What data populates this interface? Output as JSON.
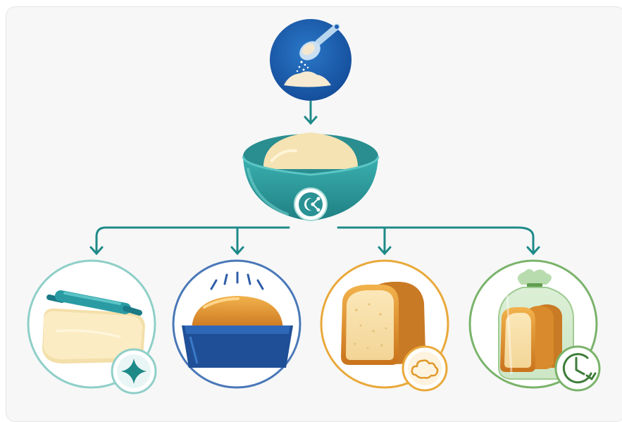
{
  "diagram": {
    "type": "flow",
    "nodes": [
      {
        "id": "input",
        "icon": "flour-scoop-icon"
      },
      {
        "id": "hub",
        "icon": "dough-bowl-icon",
        "badge": "network-share-icon"
      },
      {
        "id": "out-1",
        "icon": "rolled-dough-icon",
        "badge": "sparkle-icon",
        "ring_color": "#8fcfc8"
      },
      {
        "id": "out-2",
        "icon": "baked-loaf-pan-icon",
        "ring_color": "#4a78b8"
      },
      {
        "id": "out-3",
        "icon": "bread-loaf-icon",
        "badge": "cloud-puff-icon",
        "ring_color": "#e9a93a"
      },
      {
        "id": "out-4",
        "icon": "bagged-bread-icon",
        "badge": "clock-icon",
        "ring_color": "#7ab36a"
      }
    ],
    "edges": [
      [
        "input",
        "hub"
      ],
      [
        "hub",
        "out-1"
      ],
      [
        "hub",
        "out-2"
      ],
      [
        "hub",
        "out-3"
      ],
      [
        "hub",
        "out-4"
      ]
    ]
  },
  "colors": {
    "connector": "#1e8a88",
    "input_circle": "#1d5fb0",
    "bowl": "#2e9a9c",
    "dough": "#f5e3b3",
    "crust": "#d98a2c"
  }
}
